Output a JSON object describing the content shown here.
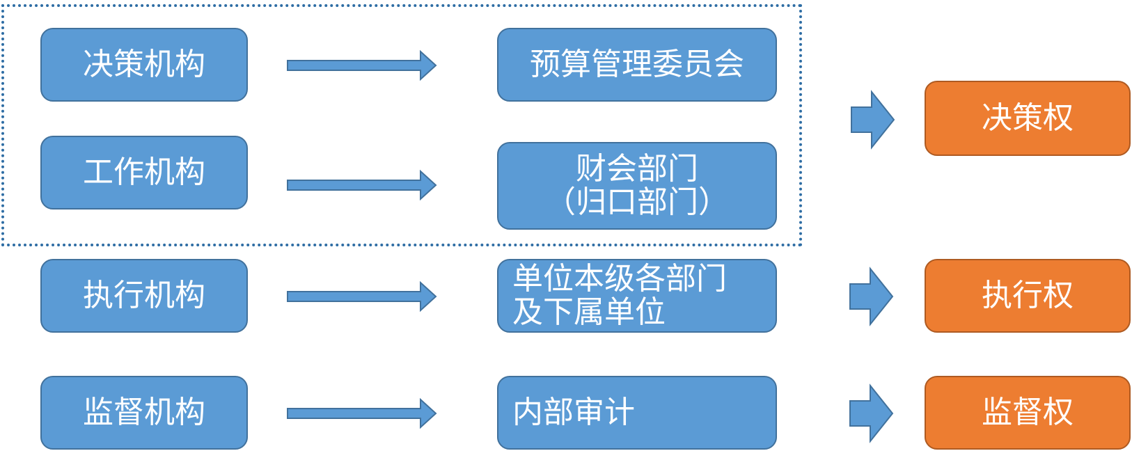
{
  "organs": {
    "decision": "决策机构",
    "work": "工作机构",
    "execution": "执行机构",
    "supervision": "监督机构"
  },
  "departments": {
    "budget_committee": "预算管理委员会",
    "finance_line1": "财会部门",
    "finance_line2": "（归口部门）",
    "exec_line1": "单位本级各部门",
    "exec_line2": "及下属单位",
    "audit": "内部审计"
  },
  "rights": {
    "decision": "决策权",
    "execution": "执行权",
    "supervision": "监督权"
  },
  "colors": {
    "box_blue": "#5b9bd5",
    "box_orange": "#ed7d31",
    "border_blue": "#41719c",
    "dotted_border": "#2e6da4"
  }
}
